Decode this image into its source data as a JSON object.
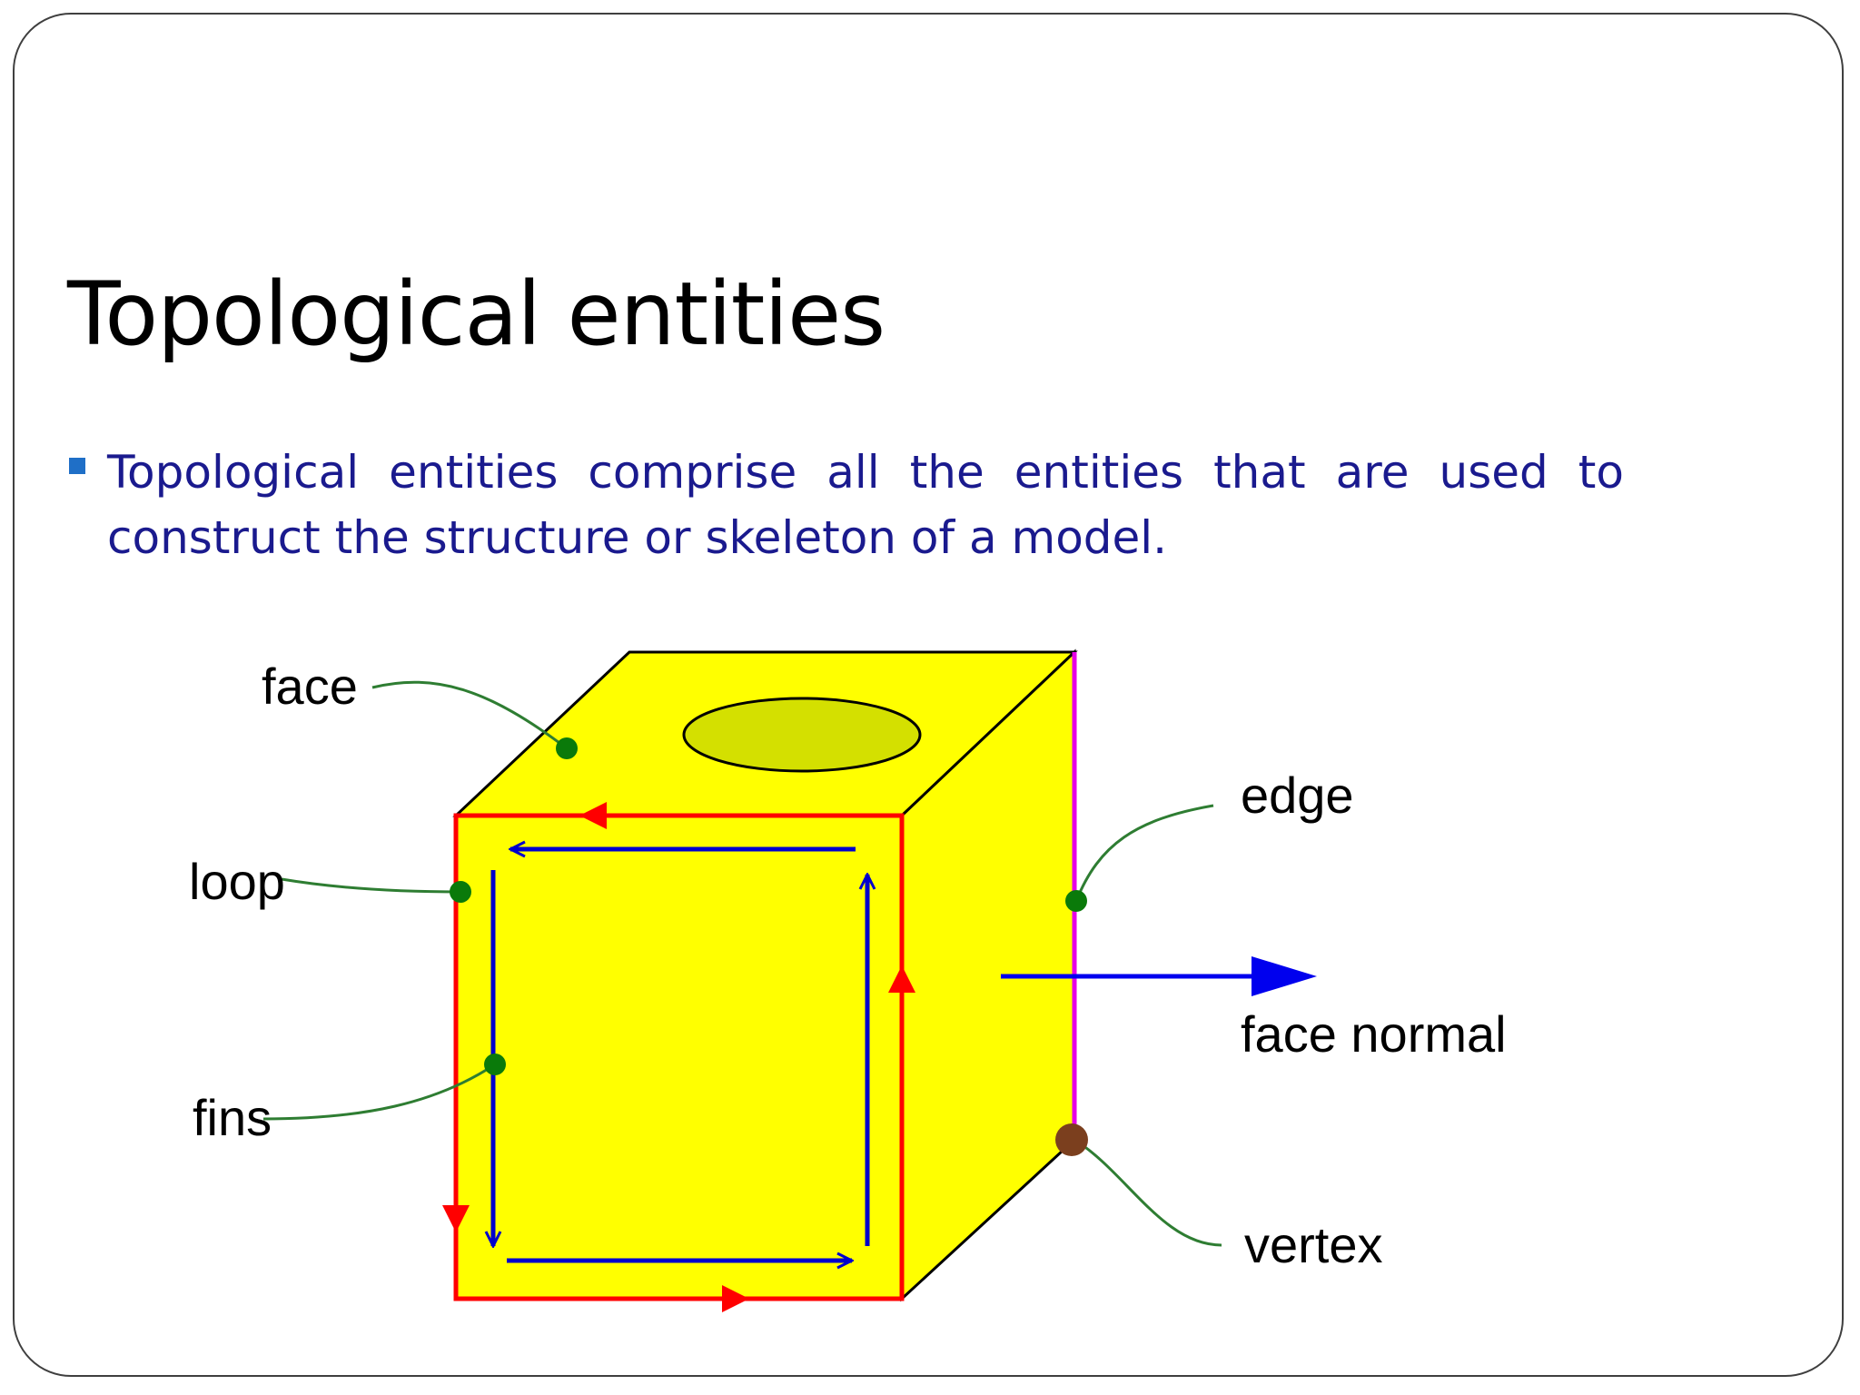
{
  "slide": {
    "title": "Topological entities",
    "bullet_text": "Topological entities comprise all the entities that are used to construct the structure or skeleton of a model."
  },
  "diagram": {
    "labels": {
      "face": "face",
      "loop": "loop",
      "fins": "fins",
      "edge": "edge",
      "face_normal": "face normal",
      "vertex": "vertex"
    },
    "colors": {
      "cube_fill": "#ffff00",
      "hole_fill": "#d4e000",
      "loop_red": "#ff0000",
      "fins_blue": "#0000cc",
      "edge_magenta": "#e600e6",
      "leader_green": "#2e7d32",
      "point_green": "#0a7a0a",
      "vertex_brown": "#7b3f1e",
      "normal_blue": "#0000ee",
      "bullet_accent": "#1f6fc7",
      "body_text": "#1a1a8e"
    }
  }
}
